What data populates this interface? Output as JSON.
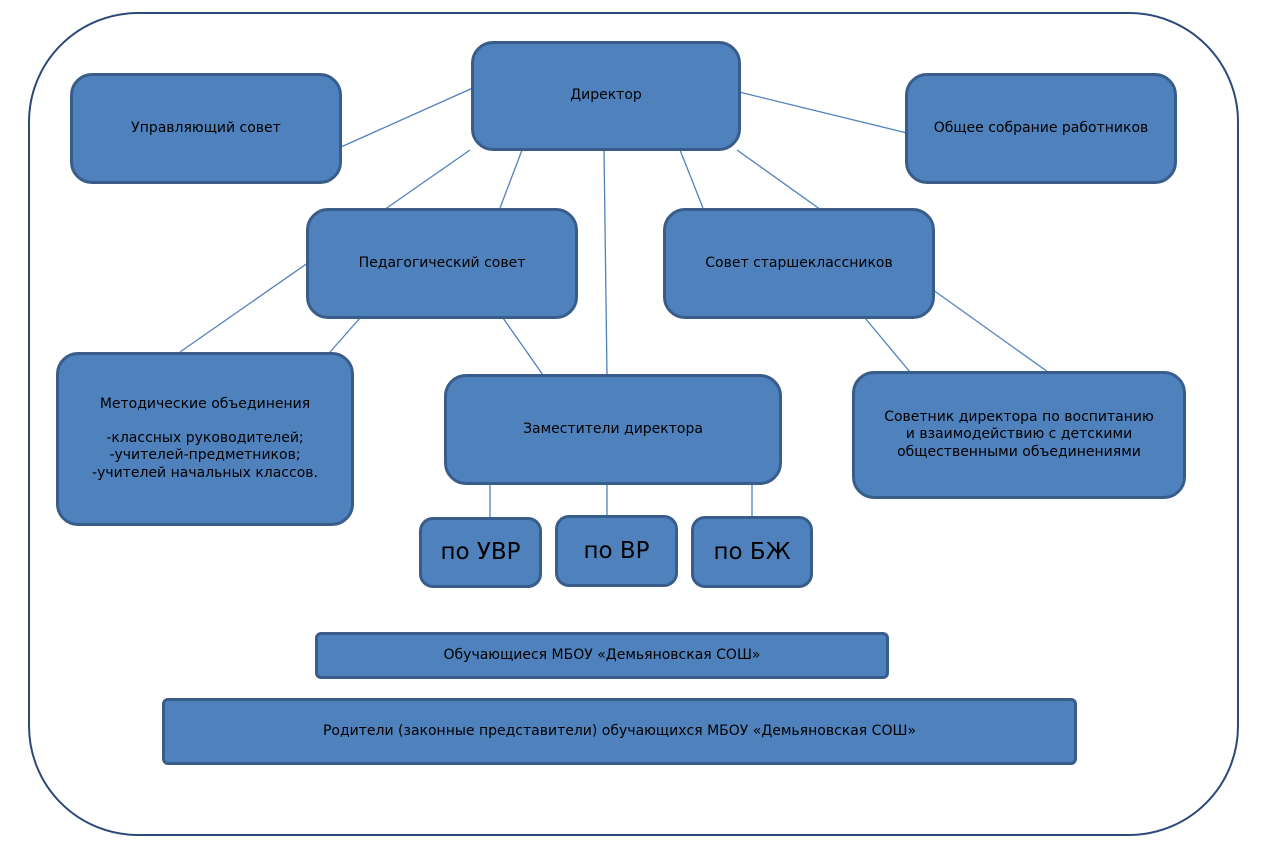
{
  "nodes": {
    "director": "Директор",
    "managing_council": "Управляющий совет",
    "general_meeting": "Общее собрание работников",
    "pedagogical_council": "Педагогический совет",
    "senior_council": "Совет старшеклассников",
    "methodical": {
      "title": "Методические объединения",
      "items": "-классных руководителей;\n-учителей-предметников;\n-учителей начальных классов."
    },
    "deputies": "Заместители директора",
    "advisor": "Советник директора по воспитанию\nи  взаимодействию с  детскими\nобщественными объединениями",
    "deputy_uvr": "по УВР",
    "deputy_vr": "по ВР",
    "deputy_bzh": "по БЖ",
    "students": "Обучающиеся МБОУ «Демьяновская СОШ»",
    "parents": "Родители (законные представители) обучающихся МБОУ «Демьяновская СОШ»"
  },
  "colors": {
    "box_fill": "#4f81bd",
    "box_border": "#385d8a",
    "frame_border": "#2b4a78",
    "connector": "#4f81bd"
  }
}
